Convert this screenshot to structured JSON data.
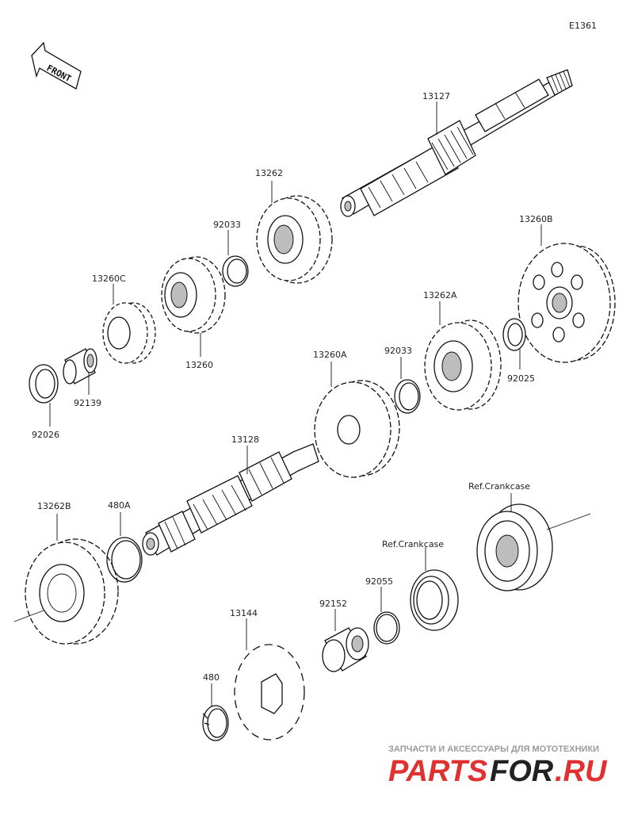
{
  "diagram_code": "E1361",
  "front_label": "FRONT",
  "parts": {
    "p13127": "13127",
    "p13262": "13262",
    "p92033a": "92033",
    "p13260c": "13260C",
    "p13260": "13260",
    "p92139": "92139",
    "p92026": "92026",
    "p13260b": "13260B",
    "p13262a": "13262A",
    "p92033b": "92033",
    "p92025": "92025",
    "p13260a": "13260A",
    "p13128": "13128",
    "p13262b": "13262B",
    "p480a": "480A",
    "p480": "480",
    "p13144": "13144",
    "p92152": "92152",
    "p92055": "92055",
    "ref_crankcase_1": "Ref.Crankcase",
    "ref_crankcase_2": "Ref.Crankcase"
  },
  "watermark": {
    "tagline": "ЗАПЧАСТИ И АКСЕССУАРЫ ДЛЯ МОТОТЕХНИКИ",
    "brand_part1": "PARTS",
    "brand_part2": "FOR",
    "brand_part3": ".RU"
  },
  "colors": {
    "line": "#111111",
    "watermark_red": "#e03030",
    "watermark_gray": "#9a9a9a"
  }
}
